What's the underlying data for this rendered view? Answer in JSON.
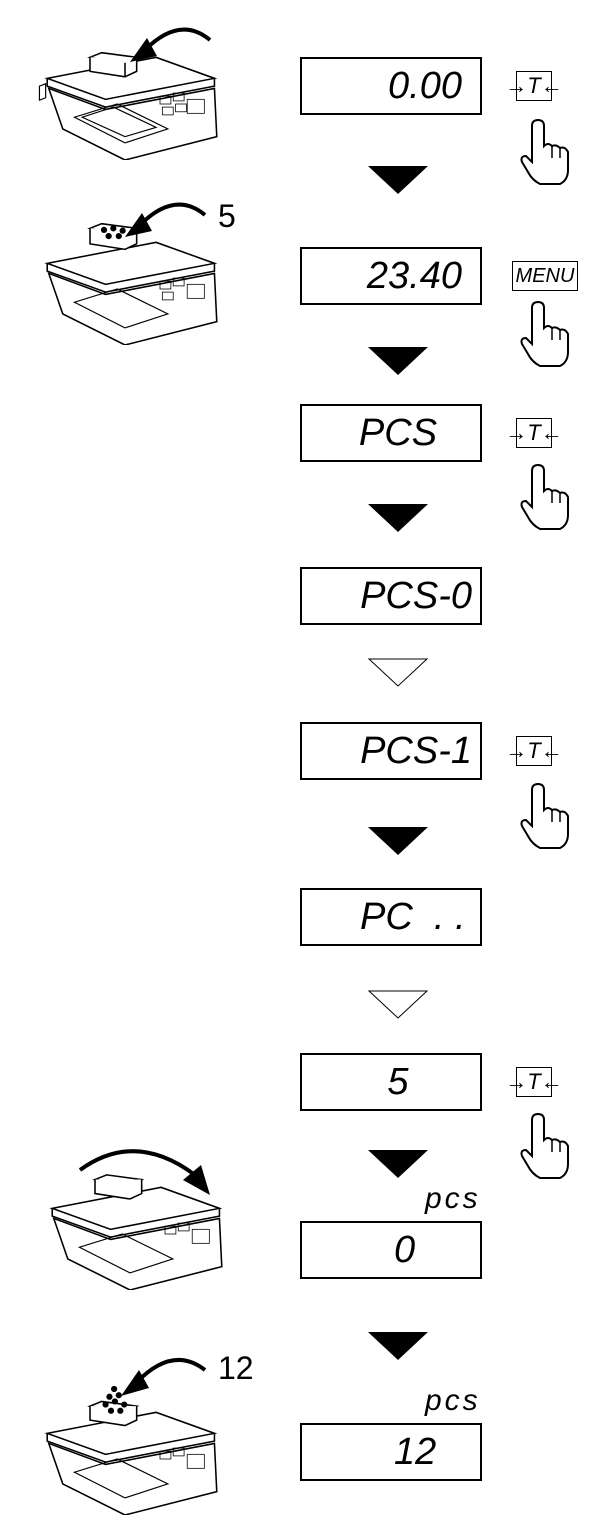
{
  "displays": [
    "0.00",
    "23.40",
    "PCS",
    "PCS-0",
    "PCS-1",
    "PC  . .",
    "5",
    "0",
    "12"
  ],
  "keys": {
    "tare": "→T←",
    "menu": "MENU"
  },
  "sample_count": "5",
  "load_count": "12",
  "unit_label": "pcs",
  "icons": [
    "scale-icon",
    "curved-arrow-icon",
    "hand-press-icon",
    "solid-down-arrow-icon",
    "outline-down-arrow-icon"
  ],
  "colors": {
    "ink": "#000000",
    "background": "#ffffff"
  }
}
